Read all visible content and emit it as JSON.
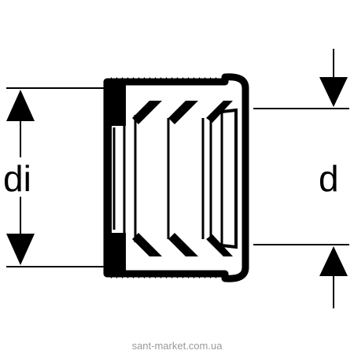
{
  "labels": {
    "inner_diameter": "di",
    "outer_diameter": "d"
  },
  "watermark": "sant-market.com.ua",
  "colors": {
    "ink": "#000000",
    "background": "#ffffff",
    "watermark": "#9a9a9a"
  }
}
